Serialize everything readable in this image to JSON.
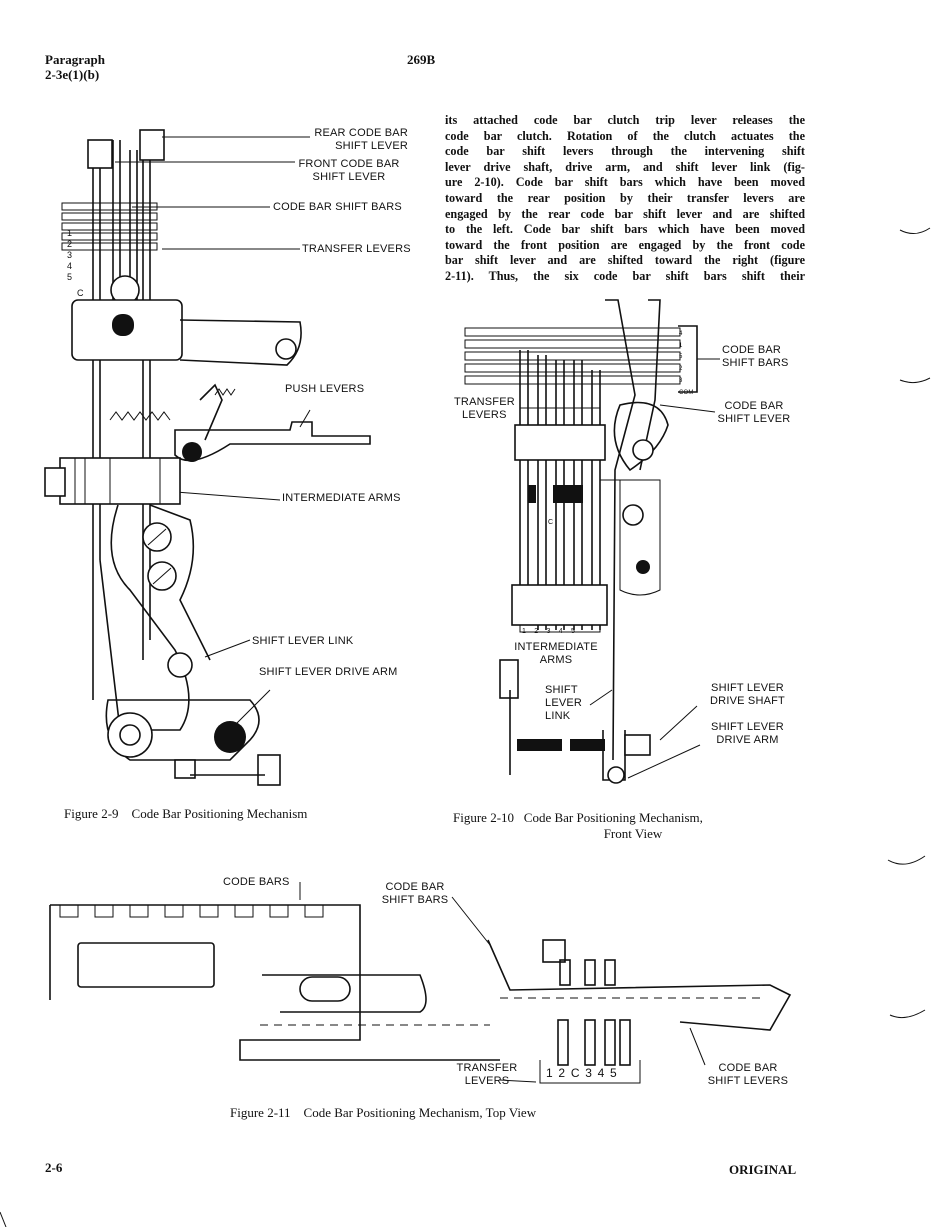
{
  "header": {
    "paragraph_label": "Paragraph",
    "paragraph_number": "2-3e(1)(b)",
    "document_number": "269B"
  },
  "body_lines": [
    "its attached code bar clutch trip lever releases the",
    "code bar clutch. Rotation of the clutch actuates the",
    "code bar shift levers through the intervening shift",
    "lever drive shaft, drive arm, and shift lever link (fig-",
    "ure 2-10). Code bar shift bars which have been moved",
    "toward the rear position by their transfer levers are",
    "engaged by the rear code bar shift lever and are shifted",
    "to the left. Code bar shift bars which have been moved",
    "toward the front position are engaged by the front code",
    "bar shift lever and are shifted toward the right (figure",
    "2-11). Thus, the six code bar shift bars shift their"
  ],
  "figure_2_9": {
    "labels": {
      "rear_code_bar_shift_lever": [
        "REAR CODE BAR",
        "SHIFT LEVER"
      ],
      "front_code_bar_shift_lever": [
        "FRONT CODE BAR",
        "SHIFT LEVER"
      ],
      "code_bar_shift_bars": "CODE BAR SHIFT BARS",
      "transfer_levers": "TRANSFER LEVERS",
      "push_levers": "PUSH LEVERS",
      "intermediate_arms": "INTERMEDIATE ARMS",
      "shift_lever_link": "SHIFT LEVER LINK",
      "shift_lever_drive_arm": "SHIFT LEVER DRIVE ARM"
    },
    "bar_numbers": [
      "1",
      "2",
      "3",
      "4",
      "5",
      "C"
    ],
    "caption_number": "Figure 2-9",
    "caption_title": "Code Bar Positioning Mechanism"
  },
  "figure_2_10": {
    "labels": {
      "code_bar_shift_bars": [
        "CODE BAR",
        "SHIFT BARS"
      ],
      "transfer_levers": [
        "TRANSFER",
        "LEVERS"
      ],
      "code_bar_shift_lever": [
        "CODE BAR",
        "SHIFT LEVER"
      ],
      "intermediate_arms": [
        "INTERMEDIATE",
        "ARMS"
      ],
      "shift_lever_link": [
        "SHIFT",
        "LEVER",
        "LINK"
      ],
      "shift_lever_drive_shaft": [
        "SHIFT LEVER",
        "DRIVE SHAFT"
      ],
      "shift_lever_drive_arm": [
        "SHIFT LEVER",
        "DRIVE ARM"
      ]
    },
    "bar_numbers": [
      "4",
      "1",
      "5",
      "2",
      "3",
      "COM"
    ],
    "lever_numbers": [
      "1",
      "2",
      "3",
      "4",
      "5"
    ],
    "lever_c": "C",
    "caption_number": "Figure 2-10",
    "caption_title": "Code Bar Positioning Mechanism,",
    "caption_title_2": "Front View"
  },
  "figure_2_11": {
    "labels": {
      "code_bars": "CODE BARS",
      "code_bar_shift_bars": [
        "CODE BAR",
        "SHIFT BARS"
      ],
      "transfer_levers": [
        "TRANSFER",
        "LEVERS"
      ],
      "lever_numbers": "1 2 C 3 4 5",
      "code_bar_shift_levers": [
        "CODE BAR",
        "SHIFT LEVERS"
      ]
    },
    "caption_number": "Figure 2-11",
    "caption_title": "Code Bar Positioning Mechanism, Top View"
  },
  "footer": {
    "page_number": "2-6",
    "status": "ORIGINAL"
  }
}
